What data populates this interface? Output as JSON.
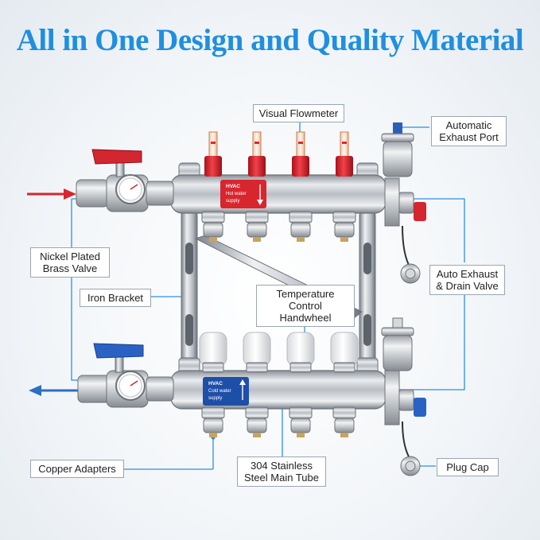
{
  "title": "All in One Design and Quality Material",
  "supply_tag": {
    "line1": "HVAC",
    "line2": "Hot water",
    "line3": "supply"
  },
  "return_tag": {
    "line1": "HVAC",
    "line2": "Cold water",
    "line3": "supply"
  },
  "callouts": {
    "visual_flowmeter": "Visual Flowmeter",
    "automatic_exhaust_port": "Automatic\nExhaust Port",
    "nickel_plated_brass_valve": "Nickel Plated\nBrass Valve",
    "iron_bracket": "Iron Bracket",
    "temperature_control_handwheel": "Temperature\nControl Handwheel",
    "auto_exhaust_drain_valve": "Auto Exhaust\n& Drain Valve",
    "copper_adapters": "Copper Adapters",
    "stainless_steel_main_tube": "304 Stainless\nSteel Main Tube",
    "plug_cap": "Plug Cap"
  },
  "colors": {
    "title": "#1f8fe0",
    "leader_line": "#2c8fe6",
    "inflow_arrow": "#d8262f",
    "outflow_arrow": "#2a6fc2",
    "supply_tag": "#d8262f",
    "return_tag": "#1e4fa8",
    "flowmeter_red": "#e0262f",
    "valve_red": "#d32630",
    "valve_blue": "#2a62c4"
  },
  "icons": [
    "inflow-arrow-icon",
    "outflow-arrow-icon"
  ]
}
